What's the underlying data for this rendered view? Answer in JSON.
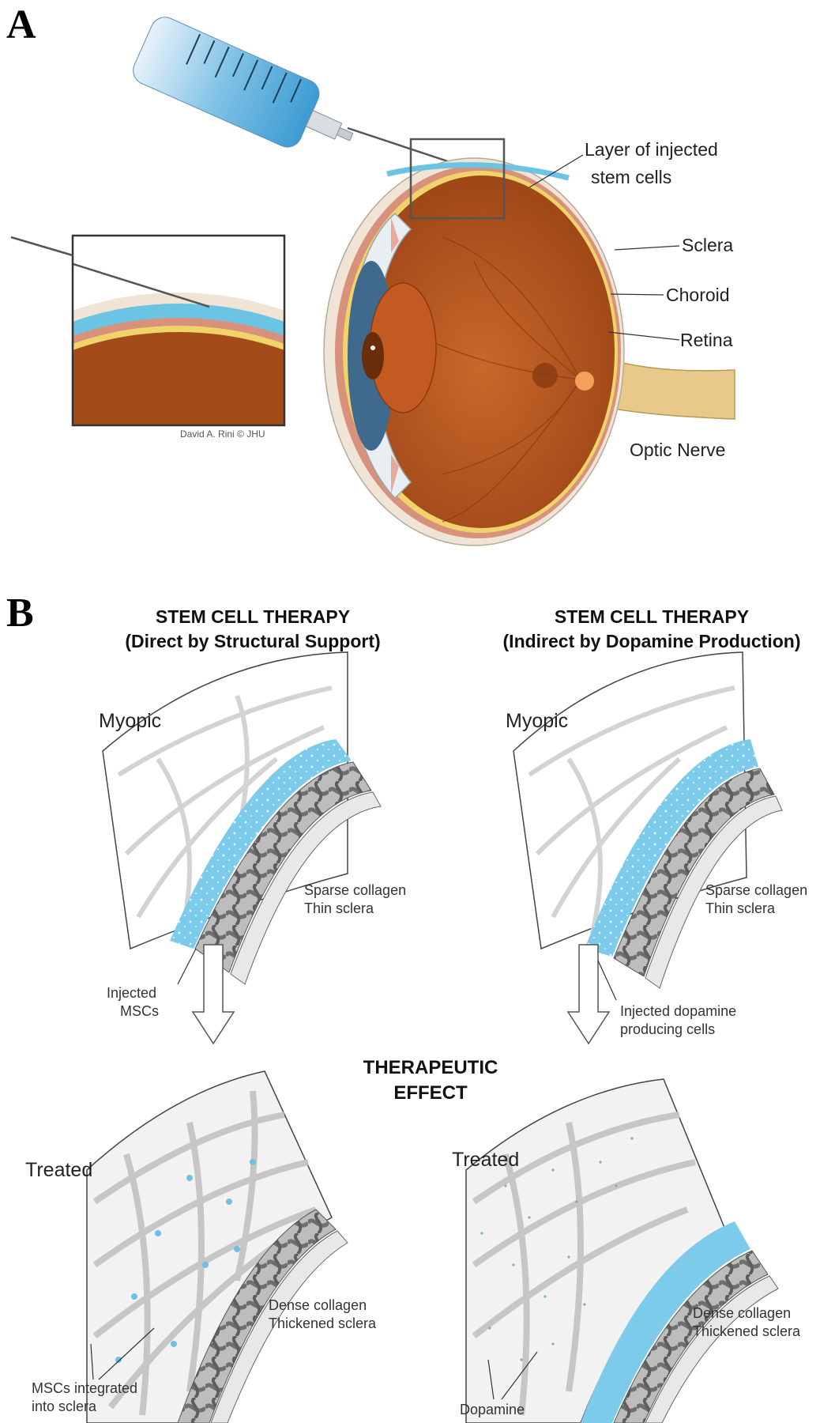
{
  "panel_a": {
    "letter": "A",
    "labels": {
      "injected_layer_line1": "Layer of injected",
      "injected_layer_line2": "stem cells",
      "sclera": "Sclera",
      "choroid": "Choroid",
      "retina": "Retina",
      "optic_nerve": "Optic Nerve"
    },
    "credit": "David A. Rini © JHU",
    "colors": {
      "stem_cell_layer": "#6cc4e4",
      "sclera": "#efe4d6",
      "choroid": "#d8917b",
      "retina": "#f0d46a",
      "eye_interior": "#b8561e",
      "optic_nerve": "#e8c98a"
    }
  },
  "panel_b": {
    "letter": "B",
    "left_heading_line1": "STEM CELL THERAPY",
    "left_heading_line2": "(Direct by Structural Support)",
    "right_heading_line1": "STEM CELL THERAPY",
    "right_heading_line2": "(Indirect by Dopamine Production)",
    "center_line1": "THERAPEUTIC",
    "center_line2": "EFFECT",
    "left_top": {
      "state": "Myopic",
      "desc_line1": "Sparse collagen",
      "desc_line2": "Thin sclera",
      "callout_line1": "Injected",
      "callout_line2": "MSCs"
    },
    "right_top": {
      "state": "Myopic",
      "desc_line1": "Sparse collagen",
      "desc_line2": "Thin sclera",
      "callout_line1": "Injected dopamine",
      "callout_line2": "producing cells"
    },
    "left_bottom": {
      "state": "Treated",
      "desc_line1": "Dense collagen",
      "desc_line2": "Thickened sclera",
      "callout_line1": "MSCs integrated",
      "callout_line2": "into sclera"
    },
    "right_bottom": {
      "state": "Treated",
      "desc_line1": "Dense collagen",
      "desc_line2": "Thickened sclera",
      "callout_line1": "Dopamine"
    },
    "colors": {
      "cell_layer": "#7ccbea",
      "collagen": "#cfcfcf",
      "vessels": "#7d7d7d"
    }
  }
}
